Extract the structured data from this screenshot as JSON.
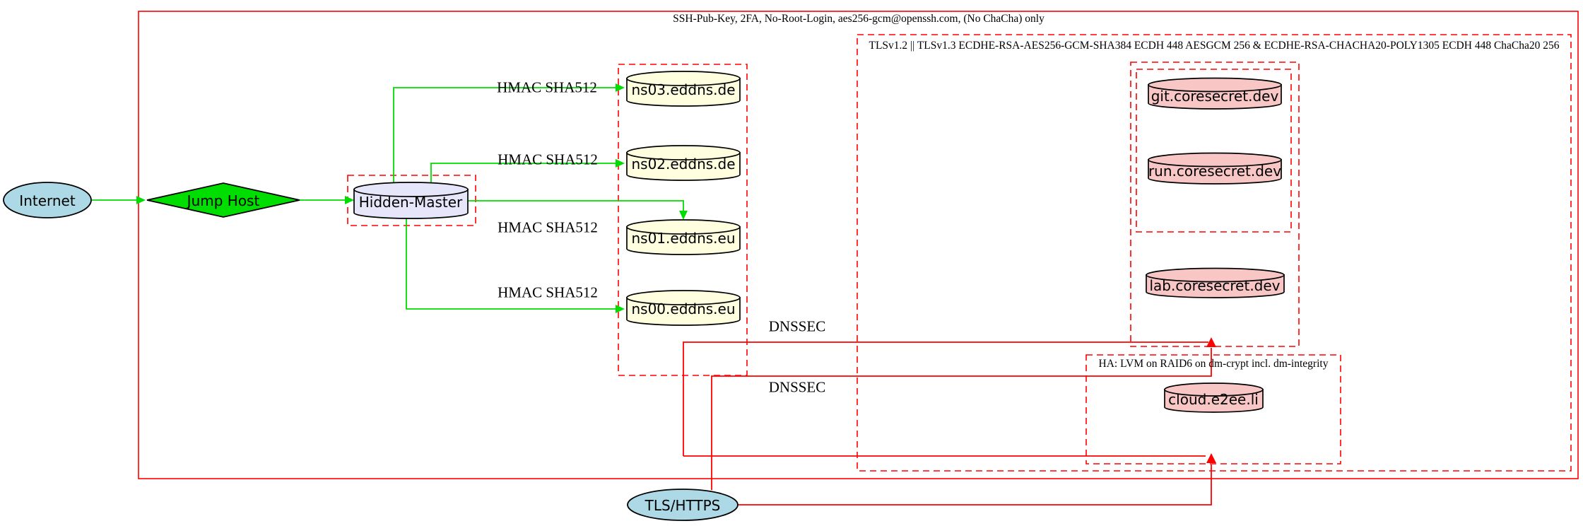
{
  "diagram_type": "network-security-graph",
  "colors": {
    "frame_red": "#ff0000",
    "edge_green": "#00dd00",
    "ellipse_fill": "#add8e6",
    "master_fill": "#e6e6fa",
    "ns_fill": "#ffffe0",
    "web_fill": "#f9c6c6",
    "diamond_fill": "#00dd00",
    "node_border": "#000000"
  },
  "clusters": {
    "ssh": {
      "label": "SSH-Pub-Key, 2FA, No-Root-Login, aes256-gcm@openssh.com, (No ChaCha) only"
    },
    "tls": {
      "label": "TLSv1.2 || TLSv1.3 ECDHE-RSA-AES256-GCM-SHA384 ECDH 448 AESGCM 256 & ECDHE-RSA-CHACHA20-POLY1305 ECDH 448 ChaCha20 256"
    },
    "ha": {
      "label": "HA: LVM on RAID6 on dm-crypt incl. dm-integrity"
    }
  },
  "nodes": {
    "internet": {
      "label": "Internet",
      "shape": "ellipse"
    },
    "jump_host": {
      "label": "Jump Host",
      "shape": "diamond"
    },
    "hidden_master": {
      "label": "Hidden-Master",
      "shape": "cylinder"
    },
    "ns03": {
      "label": "ns03.eddns.de",
      "shape": "cylinder"
    },
    "ns02": {
      "label": "ns02.eddns.de",
      "shape": "cylinder"
    },
    "ns01": {
      "label": "ns01.eddns.eu",
      "shape": "cylinder"
    },
    "ns00": {
      "label": "ns00.eddns.eu",
      "shape": "cylinder"
    },
    "git": {
      "label": "git.coresecret.dev",
      "shape": "cylinder"
    },
    "run": {
      "label": "run.coresecret.dev",
      "shape": "cylinder"
    },
    "lab": {
      "label": "lab.coresecret.dev",
      "shape": "cylinder"
    },
    "cloud": {
      "label": "cloud.e2ee.li",
      "shape": "cylinder"
    },
    "tls_https": {
      "label": "TLS/HTTPS",
      "shape": "ellipse"
    }
  },
  "edge_labels": {
    "hmac1": "HMAC SHA512",
    "hmac2": "HMAC SHA512",
    "hmac3": "HMAC SHA512",
    "hmac4": "HMAC SHA512",
    "dnssec1": "DNSSEC",
    "dnssec2": "DNSSEC"
  }
}
